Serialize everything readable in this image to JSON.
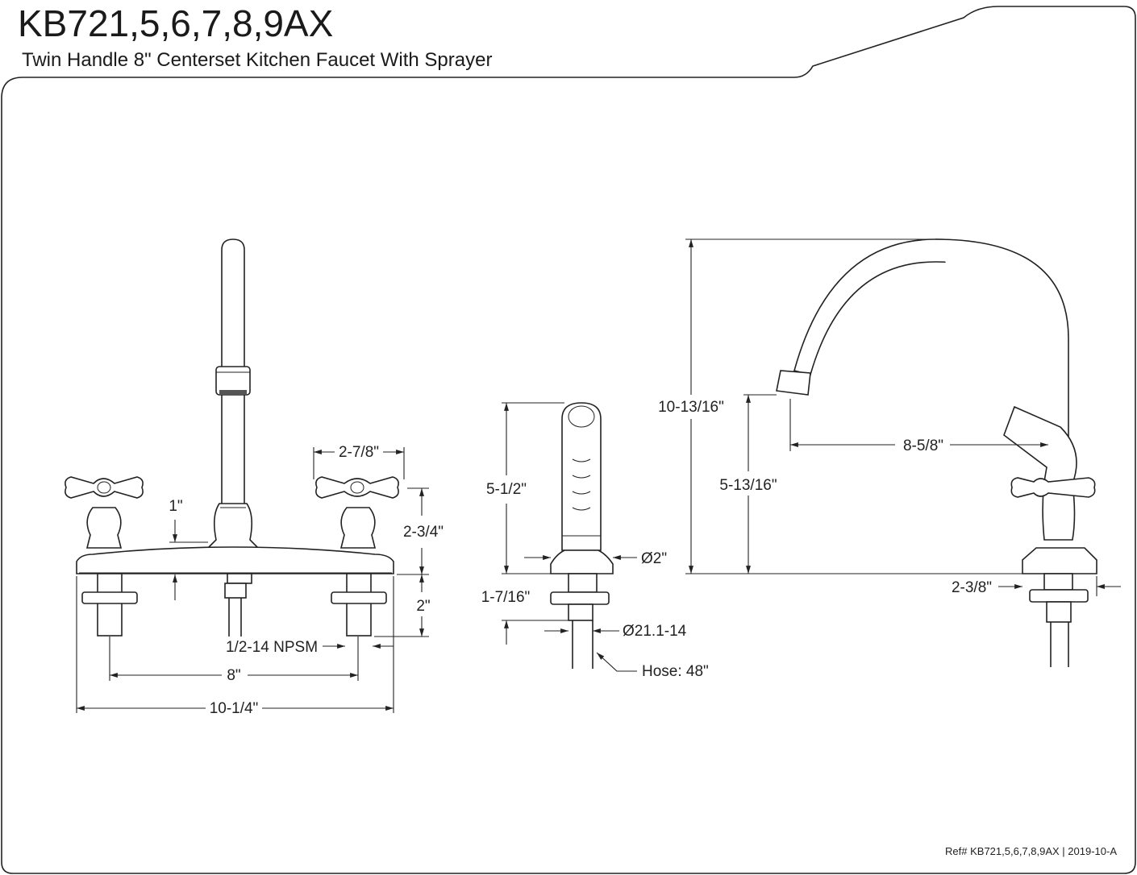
{
  "header": {
    "title": "KB721,5,6,7,8,9AX",
    "subtitle": "Twin Handle 8\" Centerset Kitchen Faucet With Sprayer"
  },
  "front_view": {
    "handle_width": "2-7/8\"",
    "spout_base_height": "1\"",
    "handle_height": "2-3/4\"",
    "shank_length": "2\"",
    "thread": "1/2-14 NPSM",
    "center_spacing": "8\"",
    "overall_width": "10-1/4\""
  },
  "sprayer_view": {
    "height": "5-1/2\"",
    "base_diameter": "Ø2\"",
    "shank_length": "1-7/16\"",
    "thread": "Ø21.1-14",
    "hose": "Hose: 48\""
  },
  "side_view": {
    "overall_height": "10-13/16\"",
    "spout_reach": "8-5/8\"",
    "spout_clearance": "5-13/16\"",
    "base_depth": "2-3/8\""
  },
  "footer": {
    "reference": "Ref# KB721,5,6,7,8,9AX | 2019-10-A"
  }
}
